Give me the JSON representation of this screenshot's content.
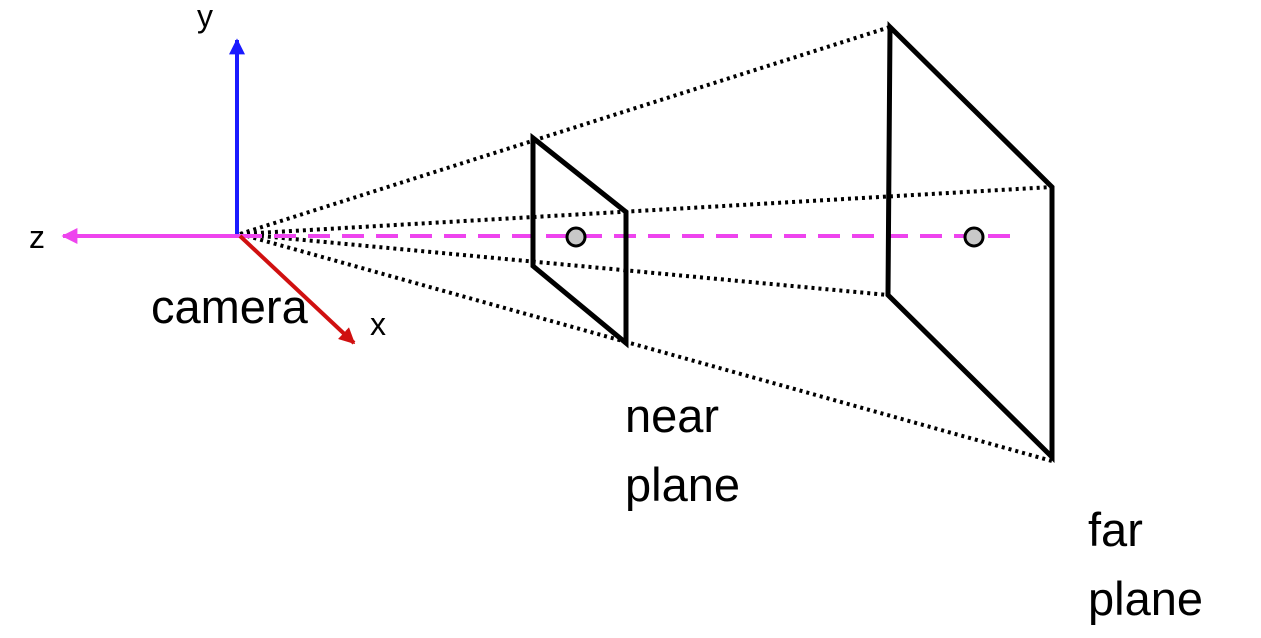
{
  "labels": {
    "y_axis": "y",
    "z_axis": "z",
    "x_axis": "x",
    "camera": "camera",
    "near_line1": "near",
    "near_line2": "plane",
    "far_line1": "far",
    "far_line2": "plane"
  },
  "colors": {
    "y_axis": "#1a1aff",
    "z_axis": "#ee44ee",
    "x_axis": "#d01010",
    "view_direction": "#ee44ee",
    "frustum": "#000000",
    "plane_center_fill": "#c8c8c8"
  }
}
